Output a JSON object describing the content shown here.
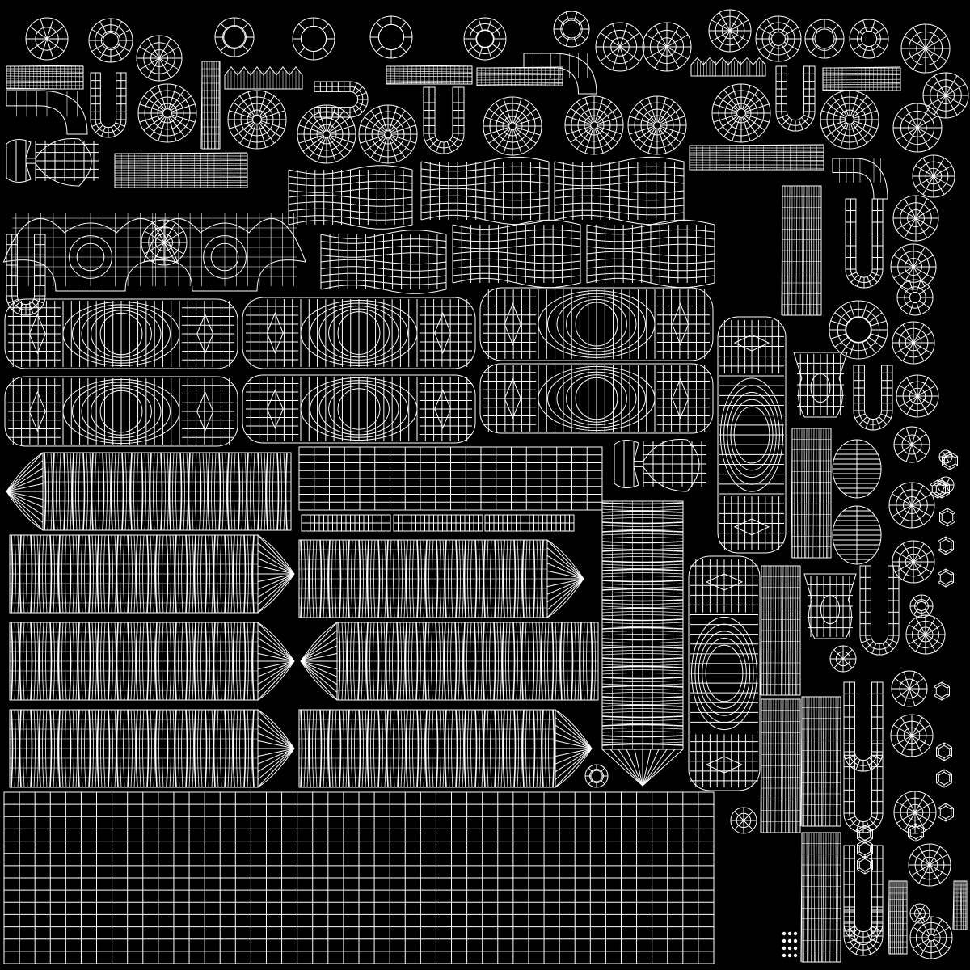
{
  "image": {
    "kind": "uv-wireframe-layout",
    "background_color": "#000000",
    "line_color": "#ffffff"
  },
  "islands": {
    "radial_discs": 58,
    "hexagon_nuts": 14,
    "elongated_pill_islands": 6,
    "tall_pill_islands": 2,
    "threaded_bolt_islands": 7,
    "curved_hook_islands": 12,
    "flat_grid_strips": 22,
    "wing_nut_shapes": 3,
    "wrench_shapes": 2
  }
}
